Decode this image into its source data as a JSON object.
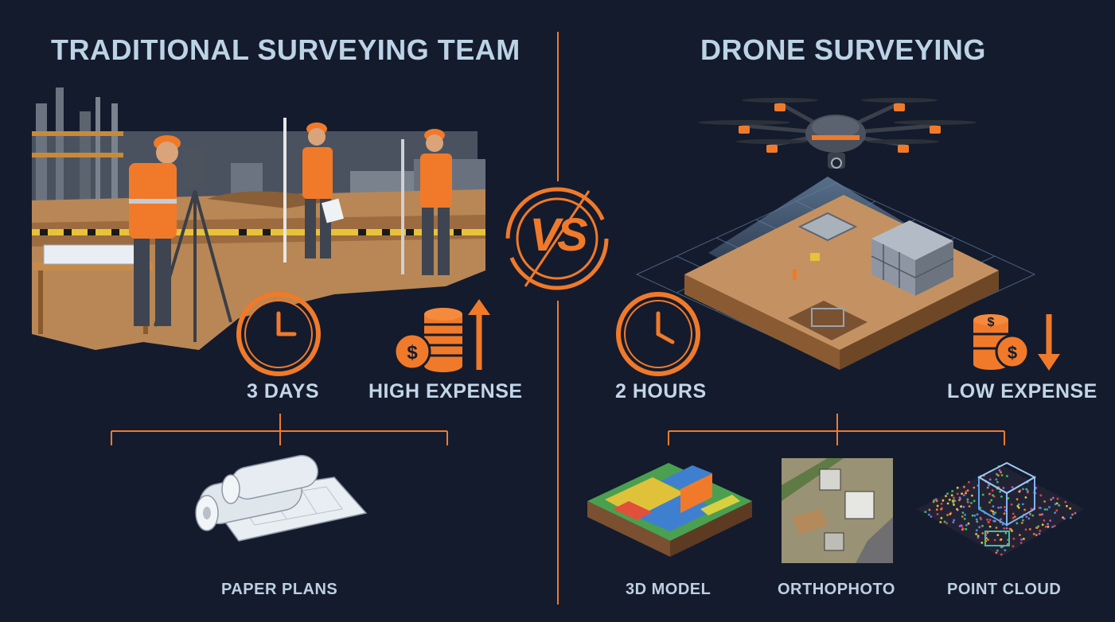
{
  "left": {
    "title": "TRADITIONAL SURVEYING TEAM",
    "time": "3 DAYS",
    "cost": "HIGH EXPENSE",
    "outputs": [
      "PAPER PLANS"
    ]
  },
  "vs": "VS",
  "right": {
    "title": "DRONE SURVEYING",
    "time": "2 HOURS",
    "cost": "LOW EXPENSE",
    "outputs": [
      "3D MODEL",
      "ORTHOPHOTO",
      "POINT CLOUD"
    ]
  },
  "colors": {
    "background": "#141b2d",
    "accent": "#f07a2a",
    "text": "#c2d6e8"
  },
  "icons": [
    "clock-icon",
    "coins-icon",
    "arrow-up-icon",
    "arrow-down-icon",
    "drone-icon",
    "tripod-icon",
    "paper-roll-icon"
  ]
}
